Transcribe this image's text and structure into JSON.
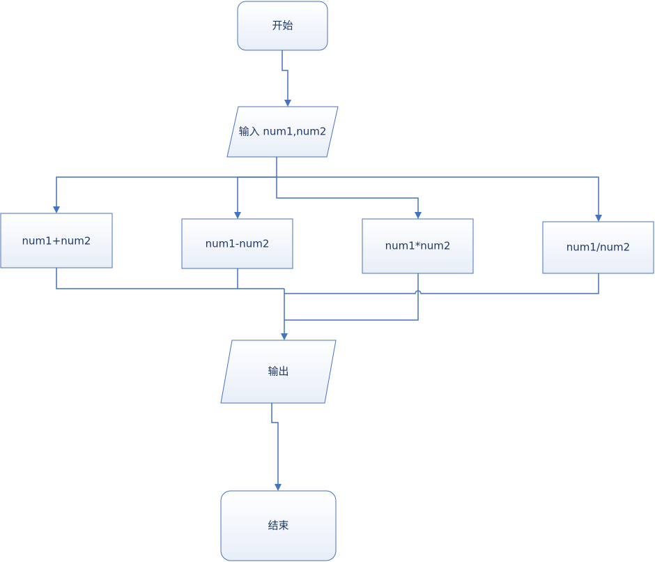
{
  "nodes": {
    "start": {
      "label": "开始"
    },
    "input": {
      "label": "输入 num1,num2"
    },
    "add": {
      "label": "num1+num2"
    },
    "sub": {
      "label": "num1-num2"
    },
    "mul": {
      "label": "num1*num2"
    },
    "div": {
      "label": "num1/num2"
    },
    "output": {
      "label": "输出"
    },
    "end": {
      "label": "结束"
    }
  },
  "colors": {
    "line": "#4472c4",
    "fill_top": "#ffffff",
    "fill_bottom": "#e8eef8"
  }
}
